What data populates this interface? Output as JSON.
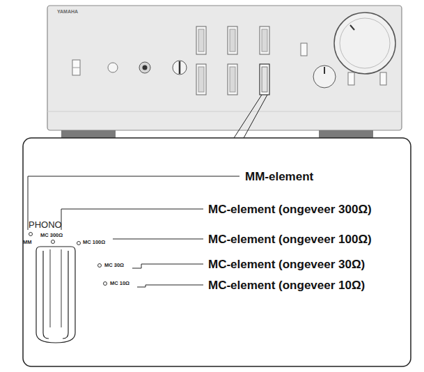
{
  "diagram": {
    "labels": [
      "YAMAHA",
      "MM-element",
      "PHONO",
      "MC 300Ω",
      "MC-element (ongeveer 300Ω)",
      "MM",
      "MC 100Ω",
      "MC-element (ongeveer 100Ω)",
      "MC 30Ω",
      "MC-element (ongeveer 30Ω)",
      "MC 10Ω",
      "MC-element (ongeveer 10Ω)"
    ]
  }
}
